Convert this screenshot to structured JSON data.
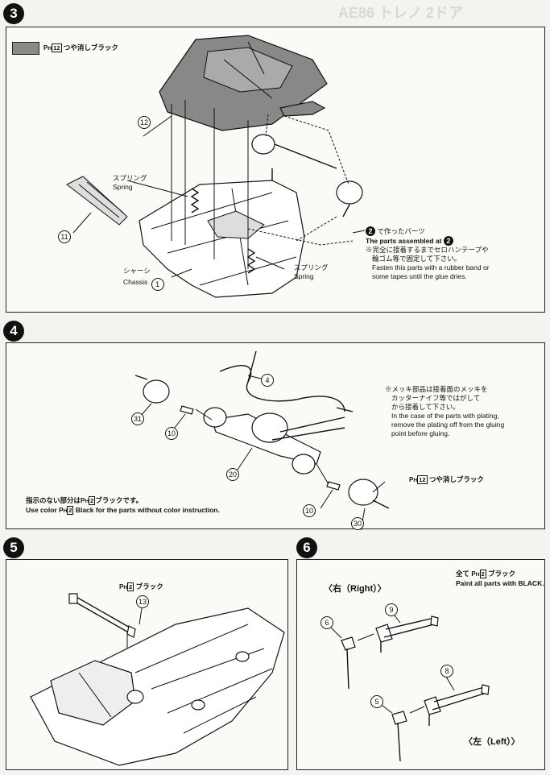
{
  "header": {
    "bleed_text": "AE86 トレノ 2ドア"
  },
  "step3": {
    "number": "3",
    "legend_code": "12",
    "legend_text": "つや消しブラック",
    "part12": "12",
    "part11": "11",
    "spring_jp_1": "スプリング",
    "spring_en_1": "Spring",
    "spring_jp_2": "スプリング",
    "spring_en_2": "Spring",
    "chassis_jp": "シャーシ",
    "chassis_en": "Chassis",
    "chassis_num": "1",
    "made_in_num": "2",
    "made_in_jp": "で作ったパーツ",
    "assembled_en": "The parts assembled at",
    "assembled_num": "2",
    "note_jp_1": "※完全に接着するまでセロハンテープや",
    "note_jp_2": "輪ゴム等で固定して下さい。",
    "note_en_1": "Fasten this parts with a rubber band or",
    "note_en_2": "some tapes until the glue dries."
  },
  "step4": {
    "number": "4",
    "part4": "4",
    "part31": "31",
    "part10a": "10",
    "part20": "20",
    "part10b": "10",
    "part30": "30",
    "plating_jp_1": "※メッキ部品は接着面のメッキを",
    "plating_jp_2": "カッターナイフ等ではがして",
    "plating_jp_3": "から接着して下さい。",
    "plating_en_1": "In the case of the parts with plating,",
    "plating_en_2": "remove the plating off from the gluing",
    "plating_en_3": "point before gluing.",
    "paint_code": "12",
    "paint_text": "つや消しブラック",
    "nocolor_jp_pre": "指示のない部分は",
    "nocolor_code": "2",
    "nocolor_jp_post": "ブラックです。",
    "nocolor_en_pre": "Use color",
    "nocolor_en_post": "Black for the parts without color instruction."
  },
  "step5": {
    "number": "5",
    "paint_code": "2",
    "paint_text": "ブラック",
    "part13": "13"
  },
  "step6": {
    "number": "6",
    "all_jp_pre": "全て",
    "paint_code": "2",
    "all_jp_post": "ブラック",
    "all_en": "Paint all parts with BLACK.",
    "right_label": "〈右（Right）〉",
    "left_label": "〈左（Left）〉",
    "part6": "6",
    "part9": "9",
    "part5": "5",
    "part8": "8"
  }
}
